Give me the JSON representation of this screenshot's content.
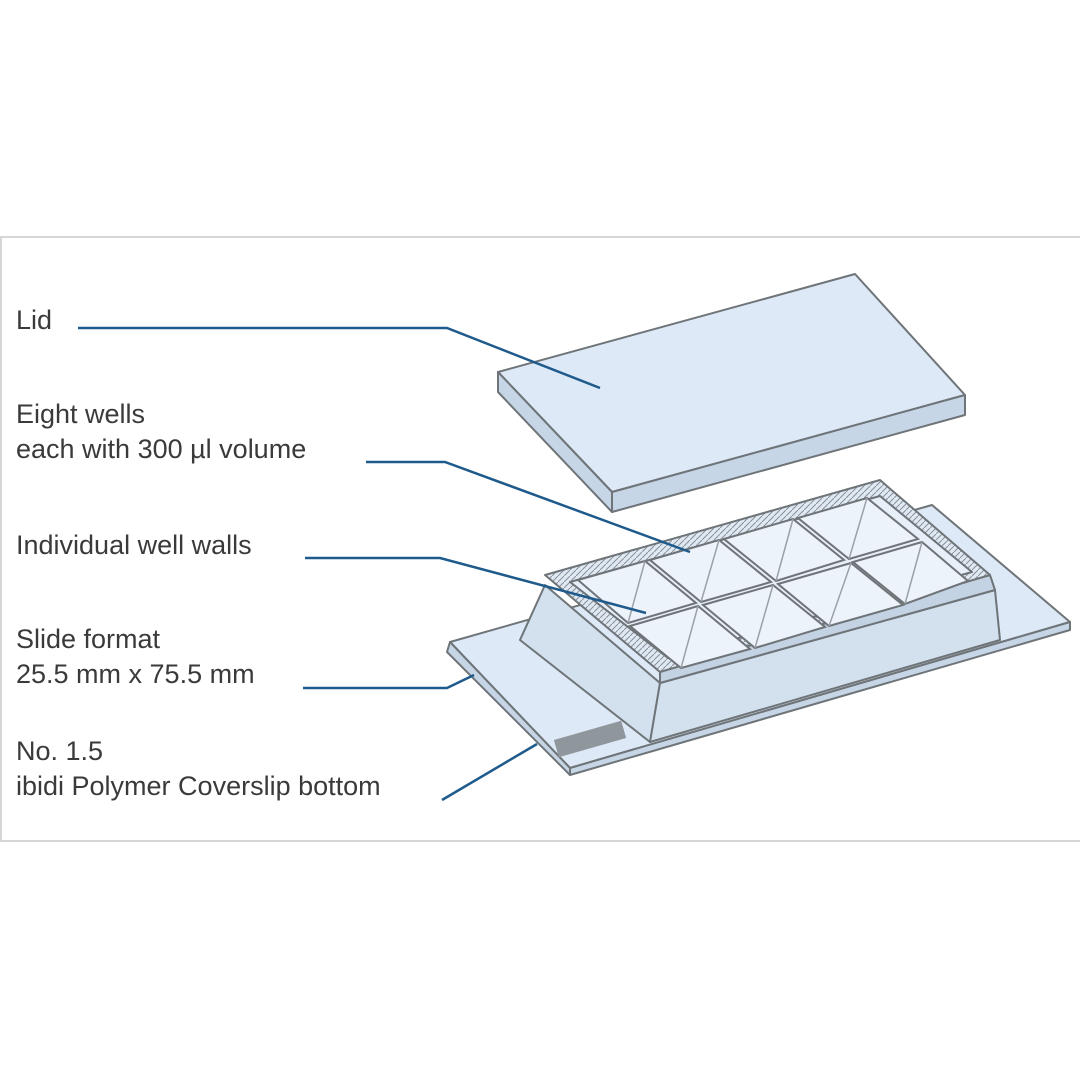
{
  "labels": {
    "lid": "Lid",
    "wells_line1": "Eight wells",
    "wells_line2": "each with 300 µl volume",
    "walls": "Individual well walls",
    "slide_line1": "Slide format",
    "slide_line2": "25.5 mm x 75.5 mm",
    "coverslip_line1": "No. 1.5",
    "coverslip_line2": "ibidi Polymer Coverslip bottom"
  },
  "colors": {
    "part_fill": "#dde9f6",
    "part_stroke": "#6e7478",
    "leader_line": "#1e5a8c",
    "text": "#3a3a3a"
  }
}
